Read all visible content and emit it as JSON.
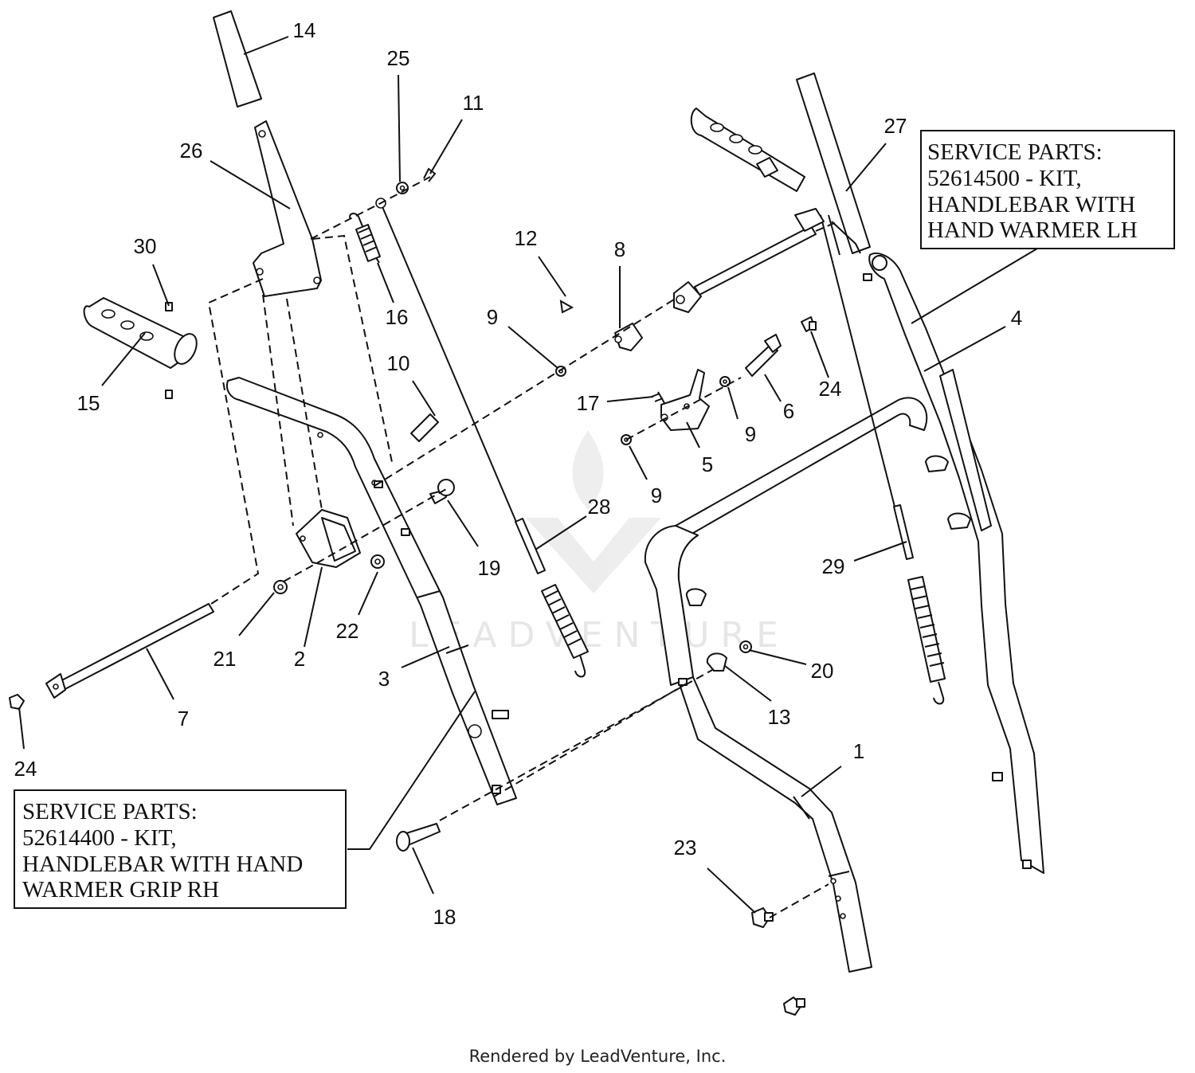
{
  "watermark": {
    "text": "LEADVENTURE"
  },
  "callouts": [
    {
      "id": "c14",
      "label": "14"
    },
    {
      "id": "c25",
      "label": "25"
    },
    {
      "id": "c11",
      "label": "11"
    },
    {
      "id": "c26",
      "label": "26"
    },
    {
      "id": "c27",
      "label": "27"
    },
    {
      "id": "c30",
      "label": "30"
    },
    {
      "id": "c12",
      "label": "12"
    },
    {
      "id": "c8",
      "label": "8"
    },
    {
      "id": "c16",
      "label": "16"
    },
    {
      "id": "c9a",
      "label": "9"
    },
    {
      "id": "c4",
      "label": "4"
    },
    {
      "id": "c15",
      "label": "15"
    },
    {
      "id": "c10",
      "label": "10"
    },
    {
      "id": "c17",
      "label": "17"
    },
    {
      "id": "c24a",
      "label": "24"
    },
    {
      "id": "c6",
      "label": "6"
    },
    {
      "id": "c9b",
      "label": "9"
    },
    {
      "id": "c5",
      "label": "5"
    },
    {
      "id": "c9c",
      "label": "9"
    },
    {
      "id": "c28",
      "label": "28"
    },
    {
      "id": "c19",
      "label": "19"
    },
    {
      "id": "c29",
      "label": "29"
    },
    {
      "id": "c22",
      "label": "22"
    },
    {
      "id": "c21",
      "label": "21"
    },
    {
      "id": "c2",
      "label": "2"
    },
    {
      "id": "c20",
      "label": "20"
    },
    {
      "id": "c3",
      "label": "3"
    },
    {
      "id": "c13",
      "label": "13"
    },
    {
      "id": "c7",
      "label": "7"
    },
    {
      "id": "c24b",
      "label": "24"
    },
    {
      "id": "c1",
      "label": "1"
    },
    {
      "id": "c23",
      "label": "23"
    },
    {
      "id": "c18",
      "label": "18"
    }
  ],
  "service_box_rh": {
    "lines": [
      "SERVICE PARTS:",
      "52614400 - KIT,",
      "HANDLEBAR WITH HAND",
      "WARMER GRIP RH"
    ]
  },
  "service_box_lh": {
    "lines": [
      "SERVICE PARTS:",
      "52614500 - KIT,",
      "HANDLEBAR WITH",
      "HAND WARMER LH"
    ]
  },
  "footer": {
    "text": "Rendered by LeadVenture, Inc."
  }
}
